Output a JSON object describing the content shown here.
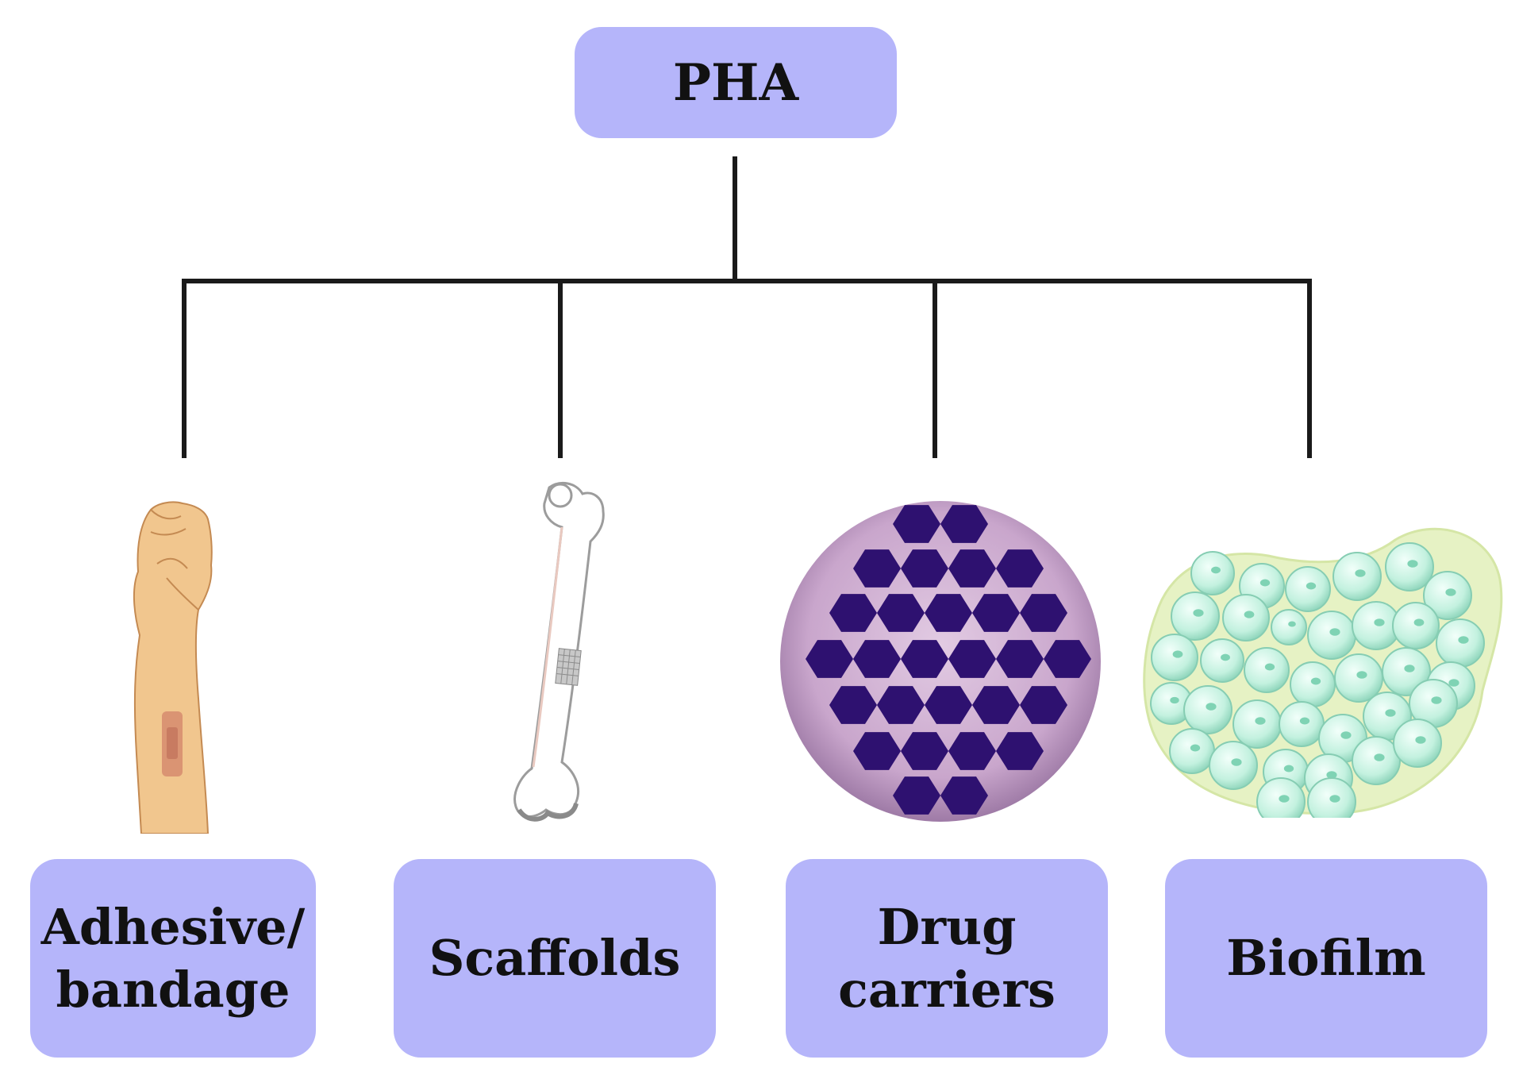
{
  "root": {
    "label": "PHA"
  },
  "leaves": [
    {
      "lines": [
        "Adhesive/",
        "bandage"
      ],
      "icon": "arm-bandage-icon"
    },
    {
      "lines": [
        "Scaffolds"
      ],
      "icon": "bone-scaffold-icon"
    },
    {
      "lines": [
        "Drug",
        "carriers"
      ],
      "icon": "hexagon-nanoparticle-icon"
    },
    {
      "lines": [
        "Biofilm"
      ],
      "icon": "biofilm-cells-icon"
    }
  ],
  "colors": {
    "box_fill": "#b5b5fa",
    "line": "#1a1a1a",
    "hexagon": "#2e1170",
    "sphere": "#c4a0c8",
    "biofilm_matrix": "#e6f2c4",
    "cell": "#bff2dc"
  }
}
